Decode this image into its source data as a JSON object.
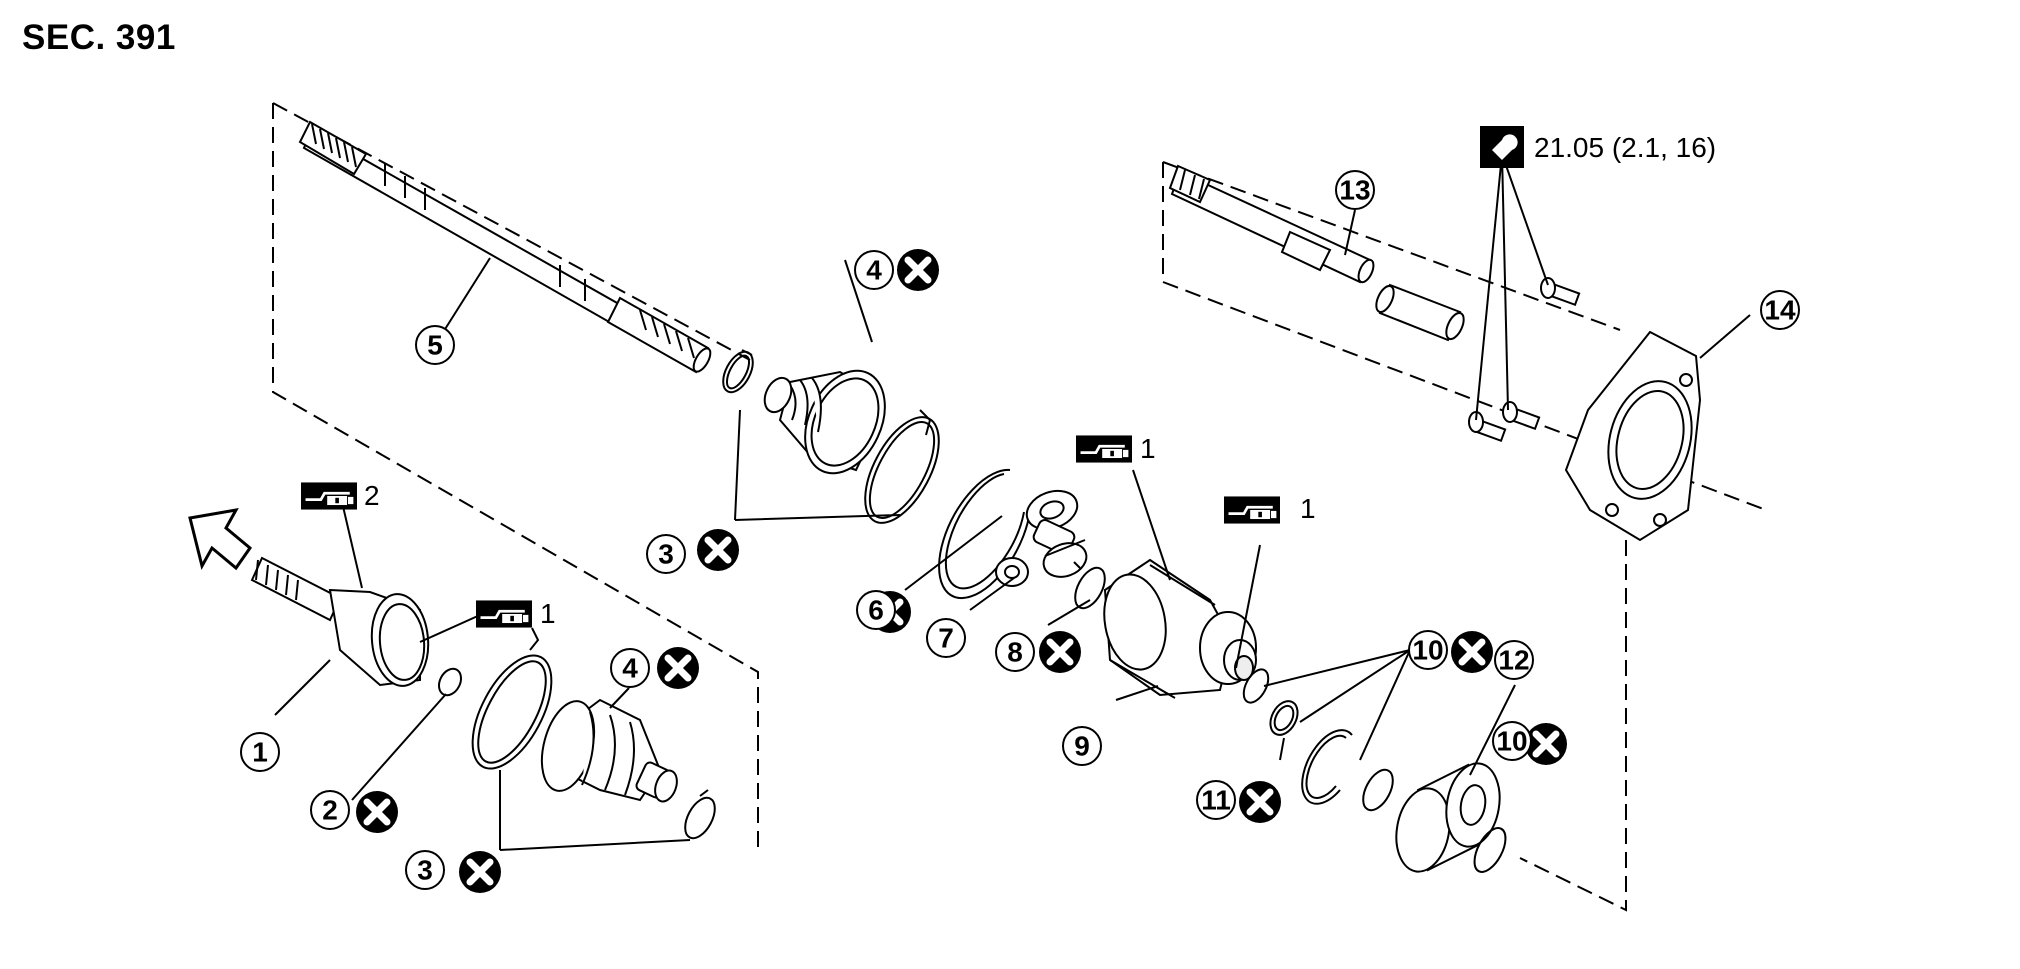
{
  "section_title": "SEC. 391",
  "torque_spec": "21.05 (2.1, 16)",
  "lubricant_qty": {
    "q1": "2",
    "q2": "1",
    "q3": "1",
    "q4": "1"
  },
  "callouts": [
    "1",
    "2",
    "3",
    "3",
    "4",
    "4",
    "5",
    "6",
    "7",
    "8",
    "9",
    "10",
    "10",
    "11",
    "12",
    "13",
    "14"
  ],
  "icons": {
    "discard": "x-circle-icon",
    "grease": "grease-gun-icon",
    "torque": "torque-wrench-icon",
    "front_arrow": "front-arrow-icon"
  }
}
